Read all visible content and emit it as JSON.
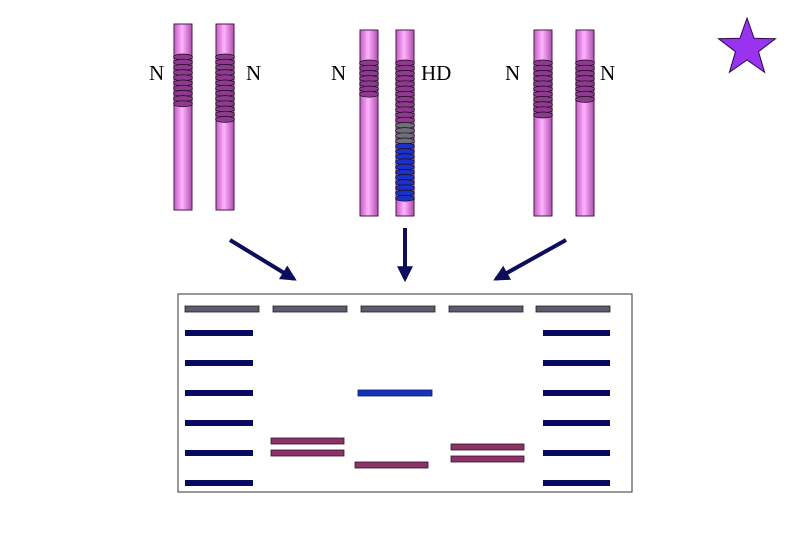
{
  "labels": {
    "n1": "N",
    "n2": "N",
    "n3": "N",
    "hd": "HD",
    "n4": "N",
    "n5": "N"
  },
  "colors": {
    "chromosome_fill": "#f19cf1",
    "chromosome_edge": "#4a1a4a",
    "normal_repeat": "#8e3a8e",
    "gray_repeat": "#6f6f7a",
    "expanded_repeat": "#1a32c8",
    "arrow": "#0d0d5c",
    "well": "#5c5c6e",
    "ladder_band": "#070a5e",
    "sample_band": "#8a3466",
    "expanded_band": "#1633c0",
    "star": "#9a33f0"
  },
  "chromosomes": [
    {
      "name": "chromosome-1a",
      "repeats": [
        {
          "count": 10,
          "type": "normal"
        }
      ]
    },
    {
      "name": "chromosome-1b",
      "repeats": [
        {
          "count": 13,
          "type": "normal"
        }
      ]
    },
    {
      "name": "chromosome-2a",
      "repeats": [
        {
          "count": 7,
          "type": "normal"
        }
      ]
    },
    {
      "name": "chromosome-2b",
      "repeats": [
        {
          "count": 12,
          "type": "normal"
        },
        {
          "count": 4,
          "type": "gray"
        },
        {
          "count": 11,
          "type": "expanded"
        }
      ]
    },
    {
      "name": "chromosome-3a",
      "repeats": [
        {
          "count": 11,
          "type": "normal"
        }
      ]
    },
    {
      "name": "chromosome-3b",
      "repeats": [
        {
          "count": 8,
          "type": "normal"
        }
      ]
    }
  ],
  "gel": {
    "lanes": [
      "ladder-left",
      "sample-1",
      "sample-2",
      "sample-3",
      "ladder-right"
    ],
    "ladder_band_count": 6
  },
  "star": {
    "icon": "star-icon"
  }
}
